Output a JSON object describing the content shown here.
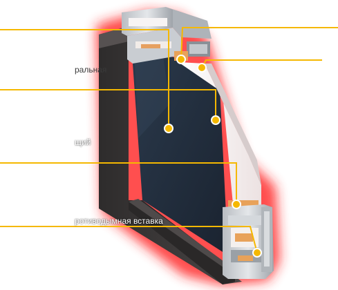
{
  "colors": {
    "accent": "#f5b800",
    "glow": "#ff2a2a",
    "glass": "#24303f",
    "frame": "#3c3a3a",
    "insulation": "#f4ecec",
    "gasket": "#e8a25a"
  },
  "labels": {
    "central": "ральная",
    "middle": "щий",
    "water": "ротиводымная вставка"
  }
}
